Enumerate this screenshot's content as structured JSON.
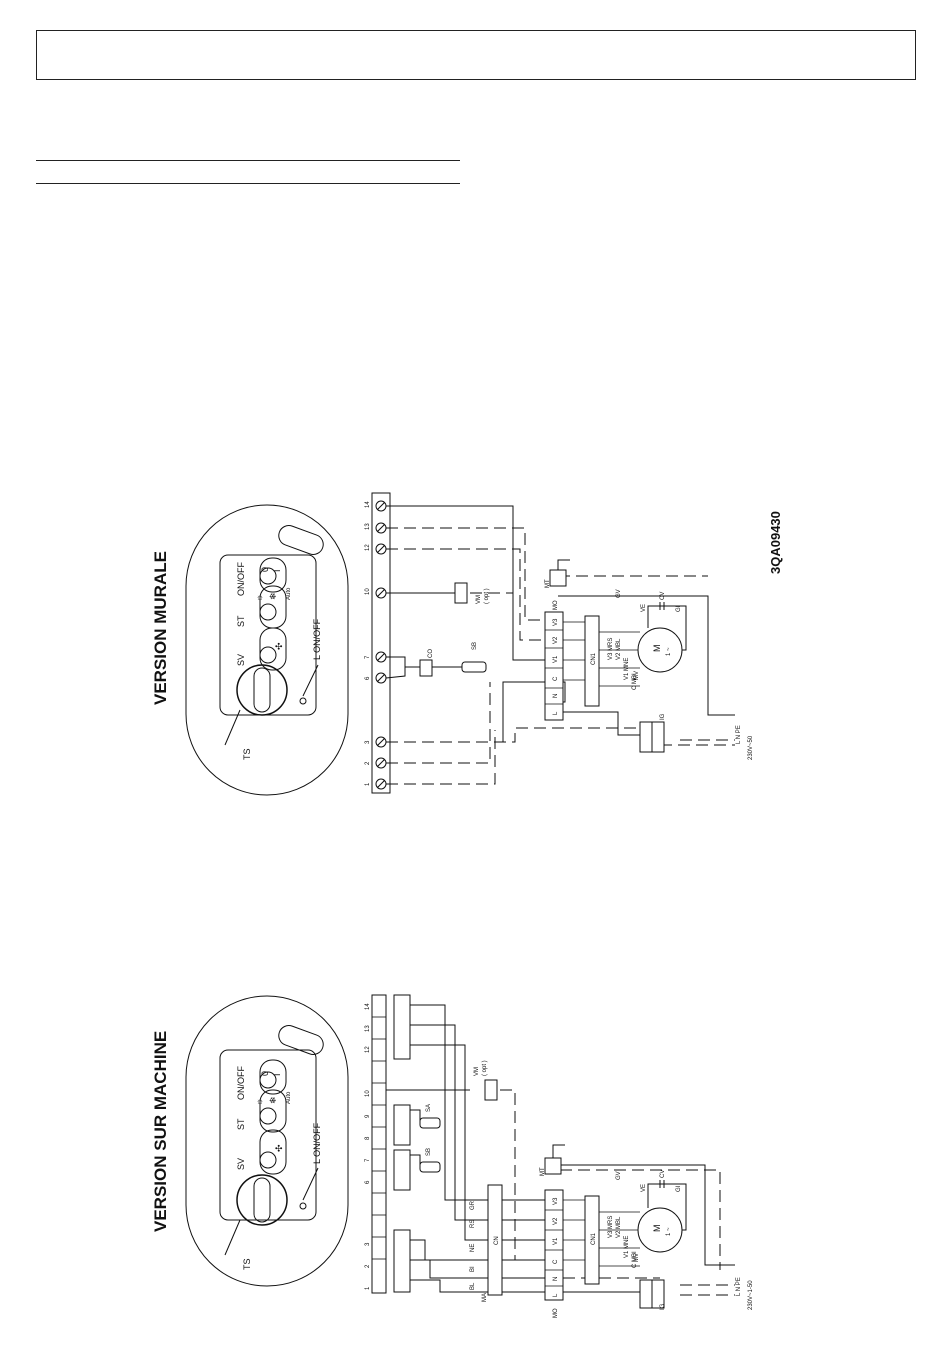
{
  "header": {
    "text": ""
  },
  "diagram_code": "3QA09430",
  "murale": {
    "title": "VERSION MURALE",
    "terminals": [
      "14",
      "13",
      "12",
      "10",
      "7",
      "6",
      "3",
      "2",
      "1"
    ],
    "knobs": {
      "ts": "TS",
      "sv": "SV",
      "st": "ST",
      "onoff": "ON/OFF",
      "lamp": "L ON/OFF",
      "auto": "Auto",
      "zero": "0",
      "one": "I"
    },
    "labels": {
      "vm": "VM",
      "opt": "( opt )",
      "co": "CO",
      "sb": "SB",
      "mt": "MT",
      "mo": "MO",
      "gv": "GV",
      "cv": "CV",
      "ve": "VE",
      "gi": "GI",
      "cn1": "CN1",
      "ig": "IG",
      "mv": "MV",
      "motor": "M",
      "phase": "1 ~",
      "v3": "V3",
      "v2": "V2",
      "v1": "V1",
      "c": "C",
      "n": "N",
      "l": "L",
      "w_v3": "V3   MRS",
      "w_v2": "V2   MBL",
      "w_v1": "V1   MNE",
      "w_c": "C   MBI",
      "lnpe": "L   N   PE",
      "supply": "230V~50"
    }
  },
  "machine": {
    "title": "VERSION SUR MACHINE",
    "terminals": [
      "14",
      "13",
      "12",
      "10",
      "9",
      "8",
      "7",
      "6",
      "3",
      "2",
      "1"
    ],
    "knobs": {
      "ts": "TS",
      "sv": "SV",
      "st": "ST",
      "onoff": "ON/OFF",
      "lamp": "L ON/OFF",
      "auto": "Auto",
      "zero": "0",
      "one": "I"
    },
    "labels": {
      "vm": "VM",
      "opt": "( opt )",
      "sa": "SA",
      "sb": "SB",
      "mt": "MT",
      "mo": "MO",
      "gv": "GV",
      "cv": "CV",
      "ve": "VE",
      "gi": "GI",
      "cn": "CN",
      "cn1": "CN1",
      "ig": "IG",
      "mv": "MV",
      "motor": "M",
      "phase": "1 ~",
      "v3": "V3",
      "v2": "V2",
      "v1": "V1",
      "c": "C",
      "n": "N",
      "l": "L",
      "w_v3": "V3   MRS",
      "w_v2": "V2   MBL",
      "w_v1": "V1   MNE",
      "w_c": "C   MBI",
      "gr": "GR",
      "rs": "RS",
      "ne": "NE",
      "bi": "BI",
      "bl": "BL",
      "ma": "MA",
      "lnpe": "L   N   PE",
      "supply": "230V~1-50"
    }
  }
}
